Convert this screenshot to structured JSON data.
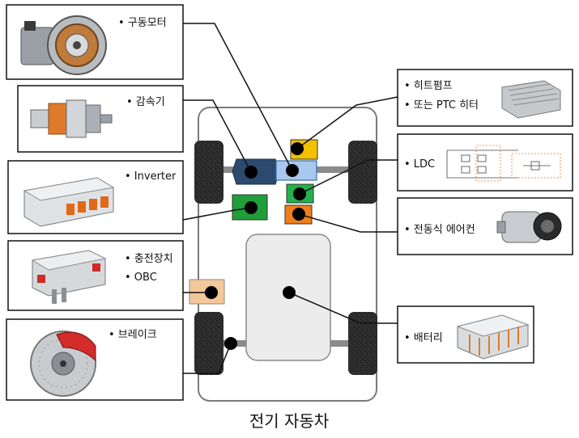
{
  "caption": "전기 자동차",
  "components": {
    "motor": {
      "label": "• 구동모터",
      "color": "#2f2f2f"
    },
    "reducer": {
      "label": "• 감속기",
      "color": "#2c4a6e"
    },
    "inverter": {
      "label": "• Inverter",
      "color": "#1f9e3a"
    },
    "obc": {
      "label1": "• 충전장치",
      "label2": "• OBC",
      "color": "#f4c79a"
    },
    "brake": {
      "label": "• 브레이크",
      "color": "#111111"
    },
    "heatpump": {
      "label1": "• 히트펌프",
      "label2": "• 또는 PTC 히터",
      "color": "#f2c100"
    },
    "ldc": {
      "label": "• LDC",
      "color": "#22b14c"
    },
    "aircon": {
      "label": "• 전동식 에어컨",
      "color": "#f07f1b"
    },
    "battery": {
      "label": "• 배터리",
      "color": "#e8e8e8"
    }
  },
  "icons": {
    "motor": "electric-motor-icon",
    "reducer": "gear-reducer-icon",
    "inverter": "inverter-unit-icon",
    "obc": "onboard-charger-icon",
    "brake": "brake-disc-icon",
    "heatpump": "heater-icon",
    "ldc": "circuit-diagram-icon",
    "aircon": "compressor-icon",
    "battery": "battery-pack-icon"
  },
  "colors": {
    "reducer_block": "#2c4a6e",
    "motor_block": "#a9c8ee",
    "wheel": "#3a3a3a",
    "chassis": "#6a6a6a"
  }
}
